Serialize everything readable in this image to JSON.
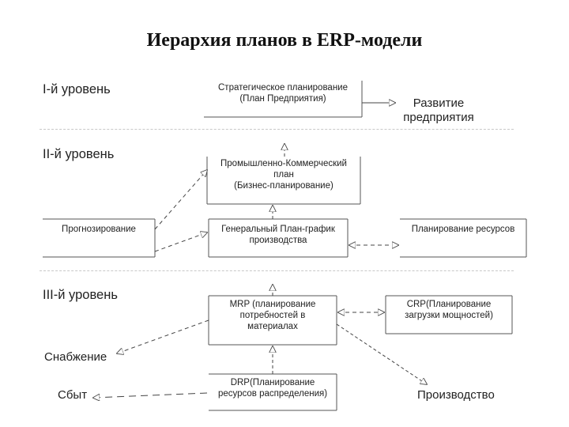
{
  "title": "Иерархия планов в ERP-модели",
  "levels": {
    "l1": "I-й уровень",
    "l2": "II-й уровень",
    "l3": "III-й уровень"
  },
  "boxes": {
    "strategic": [
      "Стратегическое планирование",
      "(План Предприятия)"
    ],
    "industrial": [
      "Промышленно-Коммерческий",
      "план",
      "(Бизнес-планирование)"
    ],
    "forecast": [
      "Прогнозирование"
    ],
    "master": [
      "Генеральный План-график",
      "производства"
    ],
    "resources": [
      "Планирование ресурсов"
    ],
    "mrp": [
      "MRP (планирование",
      "потребностей в",
      "материалах"
    ],
    "crp": [
      "CRP(Планирование",
      "загрузки мощностей)"
    ],
    "drp": [
      "DRP(Планирование",
      "ресурсов распределения)"
    ]
  },
  "outputs": {
    "development": [
      "Развитие",
      "предприятия"
    ],
    "supply": "Снабжение",
    "sales": "Сбыт",
    "production": "Производство"
  }
}
